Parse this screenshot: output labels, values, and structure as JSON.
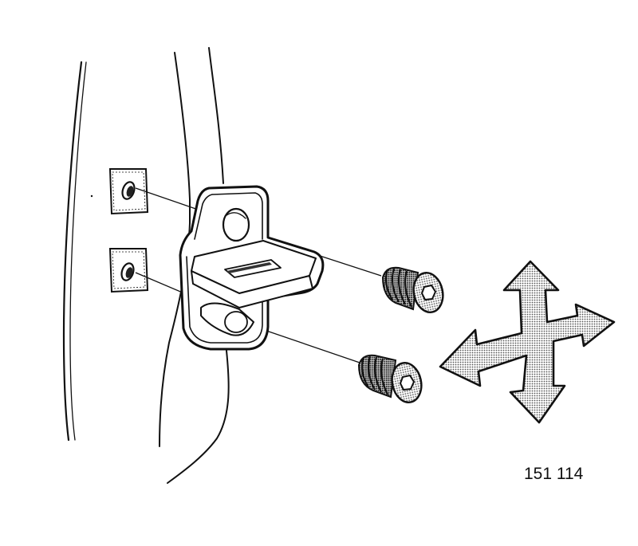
{
  "figure": {
    "number": "151 114",
    "ink_color": "#111111",
    "paper_color": "#ffffff",
    "shading_color": "#9a9a9a"
  },
  "parts": [
    {
      "name": "door-pillar",
      "icon": "door-pillar-outline"
    },
    {
      "name": "mounting-holes",
      "count": 2
    },
    {
      "name": "striker-plate",
      "icon": "door-striker-bracket"
    },
    {
      "name": "screws",
      "count": 2,
      "icon": "hex-socket-screw"
    },
    {
      "name": "adjustment-arrows",
      "icon": "four-way-arrow-icon"
    }
  ]
}
